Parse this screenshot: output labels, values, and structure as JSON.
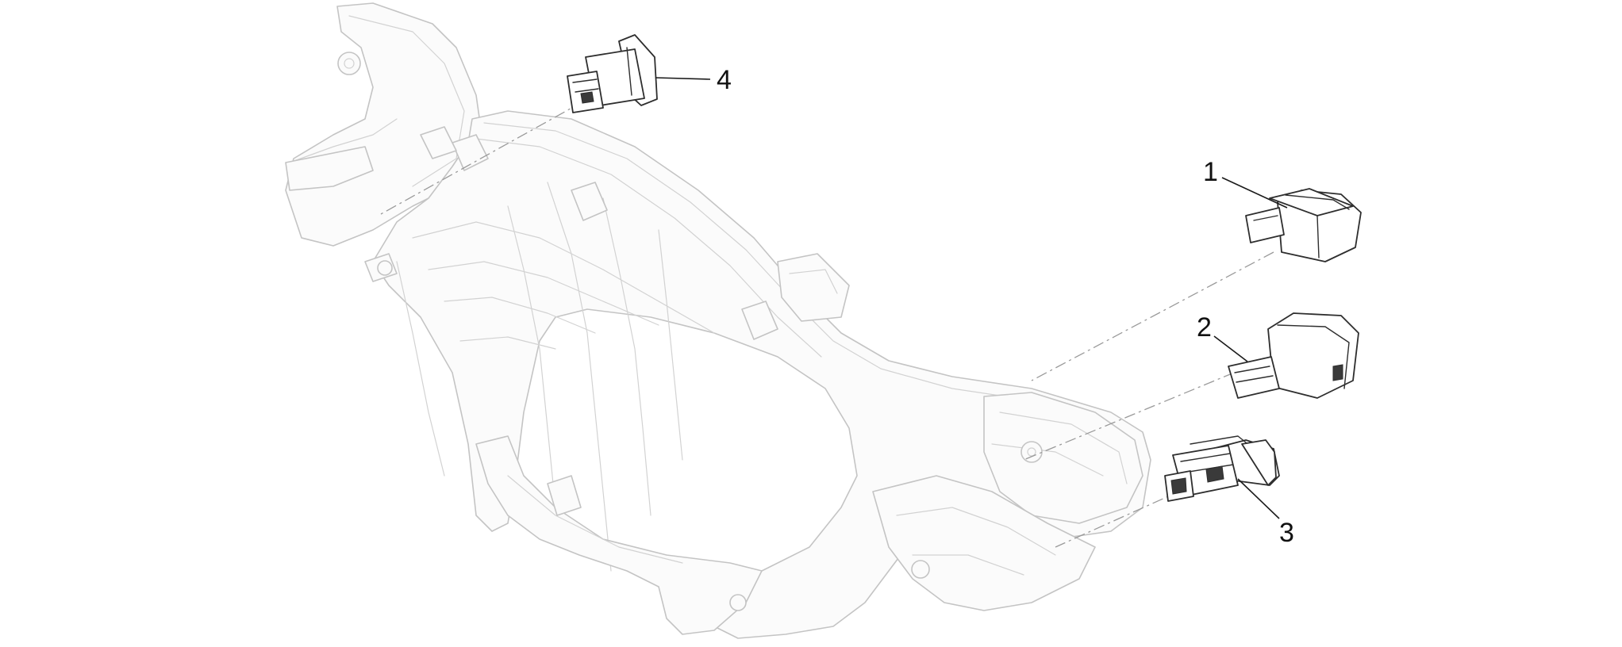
{
  "callouts": [
    {
      "id": "1",
      "label": "1"
    },
    {
      "id": "2",
      "label": "2"
    },
    {
      "id": "3",
      "label": "3"
    },
    {
      "id": "4",
      "label": "4"
    }
  ],
  "colors": {
    "background": "#ffffff",
    "housing_outline": "#c4c4c4",
    "part_outline": "#2e2e2e",
    "callout_text": "#111111"
  },
  "icons": {
    "housing": "handlebar-cover-outline",
    "part_1": "switch-icon",
    "part_2": "switch-icon",
    "part_3": "switch-icon",
    "part_4": "switch-icon"
  }
}
